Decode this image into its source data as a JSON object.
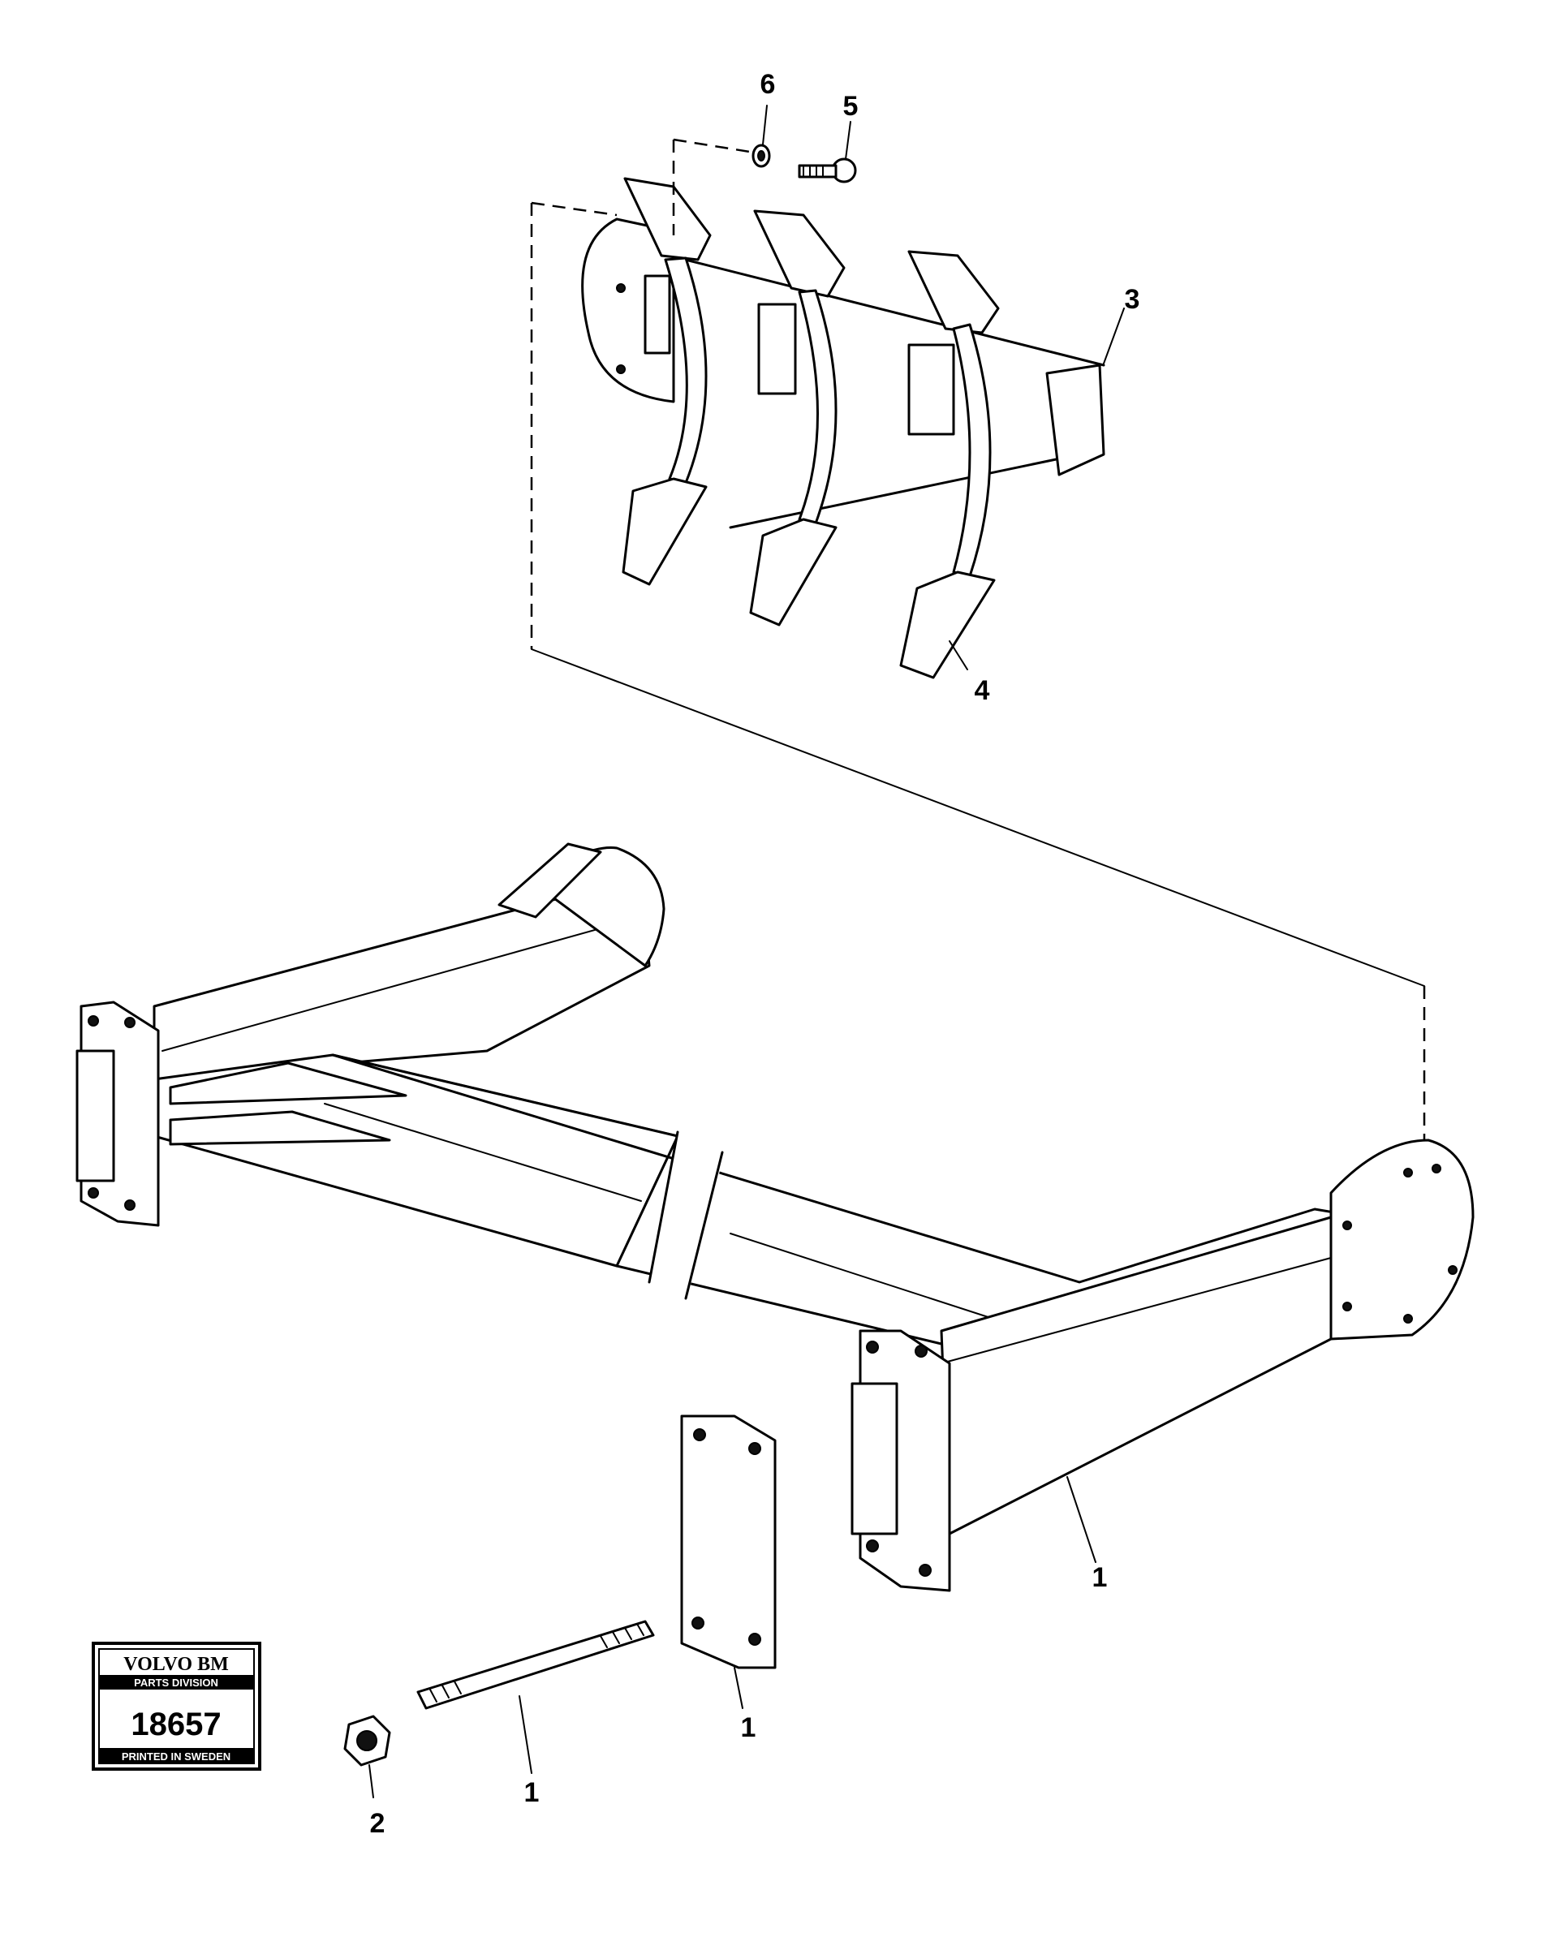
{
  "callouts": {
    "c6": "6",
    "c5": "5",
    "c3": "3",
    "c4": "4",
    "c1_frame": "1",
    "c1_plate": "1",
    "c1_stud": "1",
    "c2": "2"
  },
  "stamp": {
    "brand": "VOLVO BM",
    "division": "PARTS DIVISION",
    "number": "18657",
    "footer": "PRINTED IN SWEDEN"
  },
  "colors": {
    "ink": "#000000",
    "paper": "#ffffff"
  }
}
